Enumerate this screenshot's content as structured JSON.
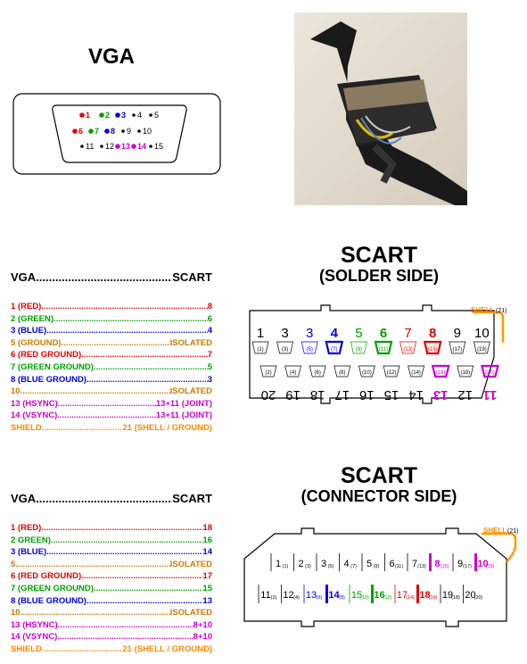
{
  "vga": {
    "title": "VGA",
    "pins": [
      {
        "n": "1",
        "color": "#e00000"
      },
      {
        "n": "2",
        "color": "#00a000"
      },
      {
        "n": "3",
        "color": "#0000dd"
      },
      {
        "n": "4",
        "color": "#000000"
      },
      {
        "n": "5",
        "color": "#000000"
      },
      {
        "n": "6",
        "color": "#e00000"
      },
      {
        "n": "7",
        "color": "#00a000"
      },
      {
        "n": "8",
        "color": "#0000dd"
      },
      {
        "n": "9",
        "color": "#000000"
      },
      {
        "n": "10",
        "color": "#000000"
      },
      {
        "n": "11",
        "color": "#000000"
      },
      {
        "n": "12",
        "color": "#000000"
      },
      {
        "n": "13",
        "color": "#cc00cc"
      },
      {
        "n": "14",
        "color": "#cc00cc"
      },
      {
        "n": "15",
        "color": "#000000"
      }
    ]
  },
  "solder": {
    "title": "SCART",
    "subtitle": "(SOLDER SIDE)",
    "shell_label": "SHELL",
    "shell_num": "(21)",
    "top_pins": [
      {
        "n": "1",
        "s": "(1)",
        "color": "#000000",
        "used": false
      },
      {
        "n": "3",
        "s": "(3)",
        "color": "#000000",
        "used": false
      },
      {
        "n": "3",
        "s": "(5)",
        "color": "#0000dd",
        "used": false
      },
      {
        "n": "4",
        "s": "(7)",
        "color": "#0000dd",
        "used": true
      },
      {
        "n": "5",
        "s": "(9)",
        "color": "#00a000",
        "used": false
      },
      {
        "n": "6",
        "s": "(11)",
        "color": "#00a000",
        "used": true
      },
      {
        "n": "7",
        "s": "(13)",
        "color": "#e00000",
        "used": false
      },
      {
        "n": "8",
        "s": "(15)",
        "color": "#e00000",
        "used": true
      },
      {
        "n": "9",
        "s": "(17)",
        "color": "#000000",
        "used": false
      },
      {
        "n": "10",
        "s": "(19)",
        "color": "#000000",
        "used": false
      }
    ],
    "bottom_pins": [
      {
        "n": "20",
        "s": "(2)",
        "color": "#000000",
        "used": false
      },
      {
        "n": "19",
        "s": "(4)",
        "color": "#000000",
        "used": false
      },
      {
        "n": "18",
        "s": "(6)",
        "color": "#000000",
        "used": false
      },
      {
        "n": "17",
        "s": "(8)",
        "color": "#000000",
        "used": false
      },
      {
        "n": "16",
        "s": "(10)",
        "color": "#000000",
        "used": false
      },
      {
        "n": "15",
        "s": "(12)",
        "color": "#000000",
        "used": false
      },
      {
        "n": "14",
        "s": "(14)",
        "color": "#000000",
        "used": false
      },
      {
        "n": "13",
        "s": "(16)",
        "color": "#cc00cc",
        "used": true
      },
      {
        "n": "12",
        "s": "(18)",
        "color": "#000000",
        "used": false
      },
      {
        "n": "11",
        "s": "(20)",
        "color": "#cc00cc",
        "used": true
      }
    ]
  },
  "connector": {
    "title": "SCART",
    "subtitle": "(CONNECTOR SIDE)",
    "shell_label": "SHELL",
    "shell_num": "(21)",
    "top_pins": [
      {
        "n": "1",
        "s": "(1)",
        "color": "#000000",
        "used": false
      },
      {
        "n": "2",
        "s": "(3)",
        "color": "#000000",
        "used": false
      },
      {
        "n": "3",
        "s": "(5)",
        "color": "#000000",
        "used": false
      },
      {
        "n": "4",
        "s": "(7)",
        "color": "#000000",
        "used": false
      },
      {
        "n": "5",
        "s": "(9)",
        "color": "#000000",
        "used": false
      },
      {
        "n": "6",
        "s": "(11)",
        "color": "#000000",
        "used": false
      },
      {
        "n": "7",
        "s": "(13)",
        "color": "#000000",
        "used": false
      },
      {
        "n": "8",
        "s": "(15)",
        "color": "#cc00cc",
        "used": true
      },
      {
        "n": "9",
        "s": "(17)",
        "color": "#000000",
        "used": false
      },
      {
        "n": "10",
        "s": "(19)",
        "color": "#cc00cc",
        "used": true
      }
    ],
    "bottom_pins": [
      {
        "n": "11",
        "s": "(2)",
        "color": "#000000",
        "used": false
      },
      {
        "n": "12",
        "s": "(4)",
        "color": "#000000",
        "used": false
      },
      {
        "n": "13",
        "s": "(6)",
        "color": "#0000dd",
        "used": false
      },
      {
        "n": "14",
        "s": "(8)",
        "color": "#0000dd",
        "used": true
      },
      {
        "n": "15",
        "s": "(10)",
        "color": "#00a000",
        "used": false
      },
      {
        "n": "16",
        "s": "(12)",
        "color": "#00a000",
        "used": true
      },
      {
        "n": "17",
        "s": "(14)",
        "color": "#e00000",
        "used": false
      },
      {
        "n": "18",
        "s": "(16)",
        "color": "#e00000",
        "used": true
      },
      {
        "n": "19",
        "s": "(18)",
        "color": "#000000",
        "used": false
      },
      {
        "n": "20",
        "s": "(20)",
        "color": "#000000",
        "used": false
      }
    ]
  },
  "mapping_solder": {
    "header_left": "VGA",
    "header_right": "SCART",
    "rows": [
      {
        "left": "1 (RED)",
        "right": "8",
        "color": "#e00000"
      },
      {
        "left": "2 (GREEN)",
        "right": "6",
        "color": "#00a000"
      },
      {
        "left": "3 (BLUE)",
        "right": "4",
        "color": "#0000dd"
      },
      {
        "left": "5 (GROUND)",
        "right": "ISOLATED",
        "color": "#cc7a00"
      },
      {
        "left": "6 (RED GROUND)",
        "right": "7",
        "color": "#e00000"
      },
      {
        "left": "7 (GREEN GROUND)",
        "right": "5",
        "color": "#00a000"
      },
      {
        "left": "8 (BLUE GROUND)",
        "right": "3",
        "color": "#0000dd"
      },
      {
        "left": "10",
        "right": "ISOLATED",
        "color": "#cc7a00"
      },
      {
        "left": "13 (HSYNC)",
        "right": "13+11 (JOINT)",
        "color": "#cc00cc"
      },
      {
        "left": "14 (VSYNC)",
        "right": "13+11 (JOINT)",
        "color": "#cc00cc"
      },
      {
        "left": "SHIELD",
        "right": "21 (SHELL / GROUND)",
        "color": "#ff8800"
      }
    ]
  },
  "mapping_connector": {
    "header_left": "VGA",
    "header_right": "SCART",
    "rows": [
      {
        "left": "1 (RED)",
        "right": "18",
        "color": "#e00000"
      },
      {
        "left": "2 GREEN)",
        "right": "16",
        "color": "#00a000"
      },
      {
        "left": "3 (BLUE)",
        "right": "14",
        "color": "#0000dd"
      },
      {
        "left": "5",
        "right": "ISOLATED",
        "color": "#cc7a00"
      },
      {
        "left": "6 (RED GROUND)",
        "right": "17",
        "color": "#e00000"
      },
      {
        "left": "7 (GREEN GROUND)",
        "right": "15",
        "color": "#00a000"
      },
      {
        "left": "8 (BLUE GROUND)",
        "right": "13",
        "color": "#0000dd"
      },
      {
        "left": "10",
        "right": "ISOLATED",
        "color": "#cc7a00"
      },
      {
        "left": "13 (HSYNC)",
        "right": "8+10",
        "color": "#cc00cc"
      },
      {
        "left": "14 (VSYNC)",
        "right": "8+10",
        "color": "#cc00cc"
      },
      {
        "left": "SHIELD",
        "right": "21 (SHELL / GROUND)",
        "color": "#ff8800"
      }
    ]
  }
}
